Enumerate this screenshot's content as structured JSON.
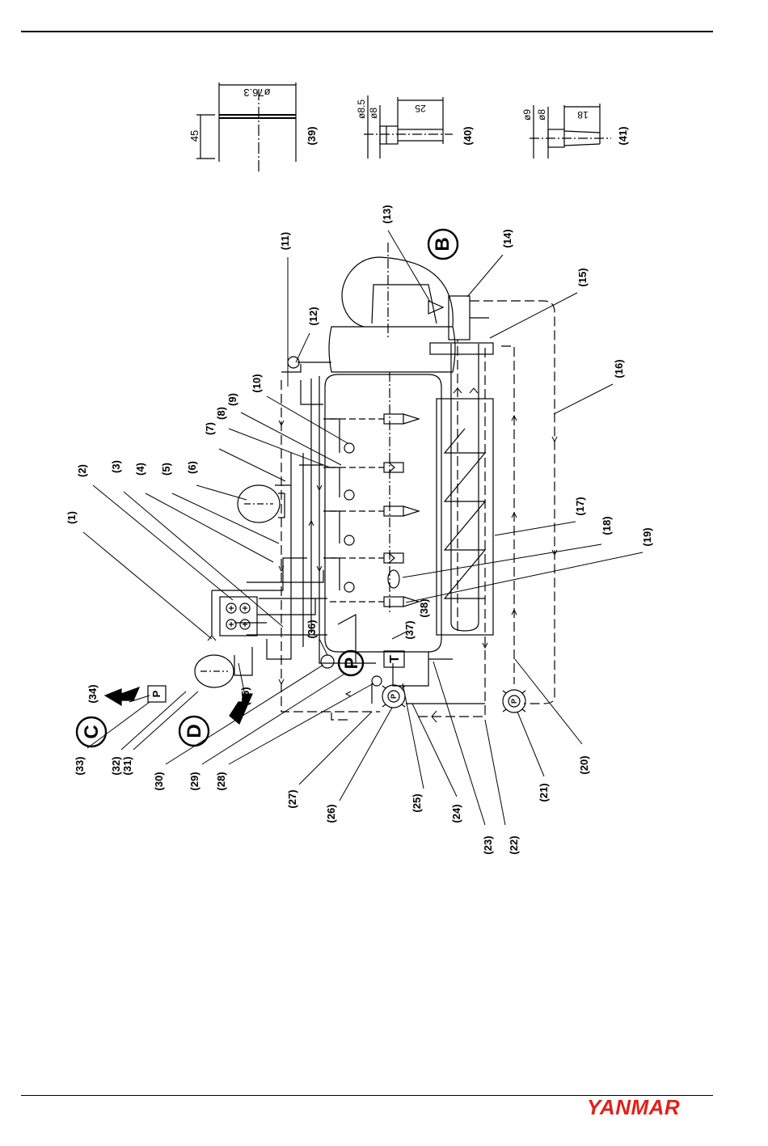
{
  "brand": {
    "logo_text": "YANMAR",
    "color": "#e0201a"
  },
  "callouts": [
    "(1)",
    "(2)",
    "(3)",
    "(4)",
    "(5)",
    "(6)",
    "(7)",
    "(8)",
    "(9)",
    "(10)",
    "(11)",
    "(12)",
    "(13)",
    "(14)",
    "(15)",
    "(16)",
    "(17)",
    "(18)",
    "(19)",
    "(20)",
    "(21)",
    "(22)",
    "(23)",
    "(24)",
    "(25)",
    "(26)",
    "(27)",
    "(28)",
    "(29)",
    "(30)",
    "(31)",
    "(32)",
    "(33)",
    "(34)",
    "(35)",
    "(36)",
    "(37)",
    "(38)",
    "(39)",
    "(40)",
    "(41)"
  ],
  "connection_marks": {
    "B": "B",
    "C": "C",
    "D": "D"
  },
  "symbols": {
    "pump": "P",
    "thermostat": "T"
  },
  "dimensions": {
    "d39_diameter": "ø76.3",
    "d39_length": "45",
    "d40_outer": "ø8.5",
    "d40_inner": "ø8",
    "d40_length": "25",
    "d41_outer": "ø9",
    "d41_inner": "ø8",
    "d41_length": "18"
  }
}
